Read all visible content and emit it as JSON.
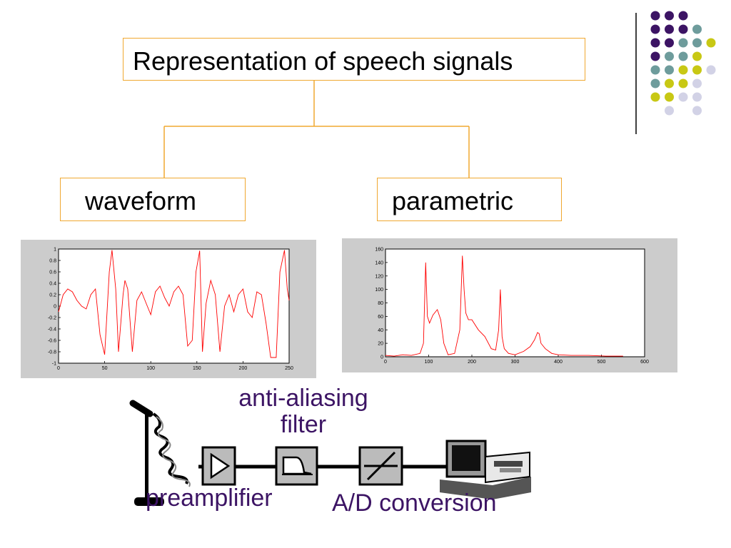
{
  "hierarchy": {
    "root": "Representation of speech signals",
    "children": [
      "waveform",
      "parametric"
    ]
  },
  "colors": {
    "box_border": "#f0a830",
    "plot_line": "#ff0000",
    "caption": "#3c1464",
    "panel_gray": "#cccccc",
    "dot_purple": "#3c1464",
    "dot_teal": "#6e9c9c",
    "dot_yellow": "#c8c814",
    "dot_lavender": "#d2d2e6"
  },
  "chart_data": [
    {
      "type": "line",
      "title": "",
      "xlabel": "",
      "ylabel": "",
      "xlim": [
        0,
        250
      ],
      "ylim": [
        -1,
        1
      ],
      "x_ticks": [
        "0",
        "50",
        "100",
        "150",
        "200",
        "250"
      ],
      "y_ticks": [
        "1",
        "0.8",
        "0.6",
        "0.4",
        "0.2",
        "0",
        "-0.2",
        "-0.4",
        "-0.6",
        "-0.8",
        "-1"
      ],
      "series": [
        {
          "x": [
            0,
            5,
            10,
            15,
            20,
            25,
            30,
            35,
            40,
            45,
            50,
            55,
            58,
            62,
            65,
            70,
            72,
            75,
            80,
            85,
            90,
            95,
            100,
            105,
            110,
            115,
            120,
            125,
            130,
            135,
            140,
            145,
            149,
            153,
            156,
            160,
            165,
            170,
            175,
            180,
            185,
            190,
            195,
            200,
            205,
            210,
            215,
            220,
            225,
            230,
            236,
            240,
            245,
            248,
            250
          ],
          "y": [
            -0.1,
            0.2,
            0.3,
            0.25,
            0.1,
            0.0,
            -0.05,
            0.2,
            0.3,
            -0.5,
            -0.85,
            0.6,
            0.98,
            0.3,
            -0.8,
            0.2,
            0.45,
            0.3,
            -0.8,
            0.1,
            0.25,
            0.05,
            -0.15,
            0.25,
            0.35,
            0.15,
            0.0,
            0.25,
            0.35,
            0.2,
            -0.7,
            -0.6,
            0.6,
            0.97,
            -0.8,
            0.05,
            0.45,
            0.2,
            -0.8,
            0.0,
            0.2,
            -0.1,
            0.2,
            0.3,
            -0.1,
            -0.2,
            0.25,
            0.2,
            -0.3,
            -0.9,
            -0.9,
            0.6,
            0.98,
            0.3,
            0.1
          ]
        }
      ]
    },
    {
      "type": "line",
      "title": "",
      "xlabel": "",
      "ylabel": "",
      "xlim": [
        0,
        600
      ],
      "ylim": [
        0,
        160
      ],
      "x_ticks": [
        "0",
        "100",
        "200",
        "300",
        "400",
        "500",
        "600"
      ],
      "y_ticks": [
        "160",
        "140",
        "120",
        "100",
        "80",
        "60",
        "40",
        "20",
        "0"
      ],
      "series": [
        {
          "x": [
            0,
            20,
            40,
            60,
            80,
            88,
            93,
            97,
            102,
            110,
            120,
            128,
            135,
            145,
            160,
            172,
            178,
            182,
            186,
            192,
            200,
            215,
            230,
            245,
            255,
            262,
            266,
            270,
            275,
            285,
            300,
            320,
            335,
            345,
            352,
            356,
            360,
            370,
            385,
            400,
            430,
            470,
            510,
            550
          ],
          "y": [
            2,
            1,
            3,
            2,
            5,
            20,
            140,
            60,
            50,
            62,
            70,
            55,
            20,
            3,
            5,
            40,
            150,
            100,
            65,
            55,
            55,
            40,
            30,
            12,
            10,
            40,
            100,
            30,
            12,
            5,
            3,
            8,
            15,
            25,
            36,
            34,
            20,
            12,
            5,
            3,
            2,
            2,
            1,
            1
          ]
        }
      ]
    }
  ],
  "signal_chain": {
    "stages": [
      "preamplifier",
      "anti-aliasing filter",
      "A/D conversion"
    ],
    "captions": {
      "anti_aliasing": "anti-aliasing\nfilter",
      "preamplifier": "preamplifier",
      "ad_conversion": "A/D conversion"
    },
    "icons": [
      "microphone-icon",
      "amplifier-icon",
      "lowpass-filter-icon",
      "ad-converter-icon",
      "computer-icon"
    ]
  }
}
